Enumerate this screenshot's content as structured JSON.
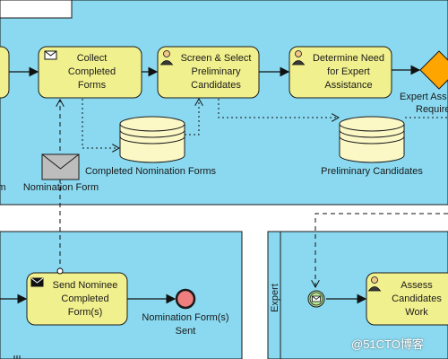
{
  "tasks": {
    "collect": "Collect Completed Forms",
    "screen": "Screen & Select Preliminary Candidates",
    "determine": "Determine Need for Expert Assistance",
    "send": "Send Nominee Completed Form(s)",
    "assess": "Assess Candidates Work"
  },
  "data_stores": {
    "completed_forms": "Completed Nomination Forms",
    "preliminary": "Preliminary Candidates"
  },
  "data_objects": {
    "nomination_form": "Nomination Form"
  },
  "gateway": {
    "label_line1": "Expert Ass",
    "label_line2": "Require"
  },
  "end_event": {
    "label": "Nomination Form(s) Sent"
  },
  "lane": {
    "expert": "Expert"
  },
  "edge_fragments": {
    "left_m": "m"
  },
  "watermark": "@51CTO博客",
  "colors": {
    "pool_fill": "#8ad9f0",
    "task_fill": "#f1f08e",
    "store_fill": "#fbf8c6",
    "end_fill": "#ef7e7e",
    "message_fill": "#bdbdbd",
    "gateway_fill": "#ffa500"
  }
}
